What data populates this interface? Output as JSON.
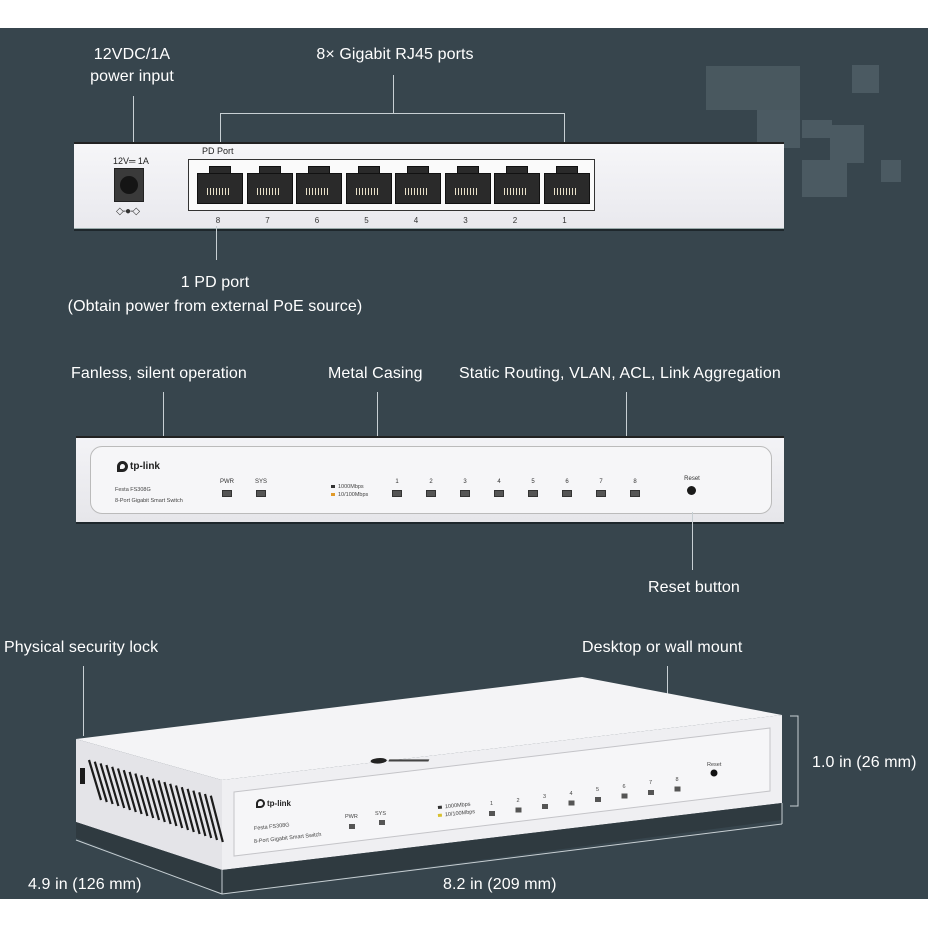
{
  "colors": {
    "background": "#37454d",
    "text": "#ffffff",
    "line": "#c7cfd3",
    "device_body": "#f2f2f5",
    "port_black": "#2a2a2a",
    "legend_1000": "#333333",
    "legend_10_100": "#e09a2a"
  },
  "rear_view": {
    "callouts": {
      "power": [
        "12VDC/1A",
        "power input"
      ],
      "ports": "8× Gigabit RJ45 ports",
      "pd_port": [
        "1 PD port",
        "(Obtain power from external PoE source)"
      ]
    },
    "device": {
      "power_rating": "12V═ 1A",
      "polarity_symbol": "◇-●-◇",
      "pd_port_label": "PD Port",
      "ports": [
        "8",
        "7",
        "6",
        "5",
        "4",
        "3",
        "2",
        "1"
      ],
      "icons": [
        "dc-jack-icon",
        "rj45-port-icon"
      ]
    }
  },
  "front_view": {
    "callouts": {
      "fanless": "Fanless, silent operation",
      "casing": "Metal Casing",
      "features": "Static Routing, VLAN, ACL, Link Aggregation",
      "reset": "Reset button"
    },
    "device": {
      "brand": "tp-link",
      "model": "Festa FS308G",
      "description": "8-Port Gigabit Smart Switch",
      "system_leds": [
        "PWR",
        "SYS"
      ],
      "legend": [
        "1000Mbps",
        "10/100Mbps"
      ],
      "port_leds": [
        "1",
        "2",
        "3",
        "4",
        "5",
        "6",
        "7",
        "8"
      ],
      "reset_label": "Reset"
    }
  },
  "iso_view": {
    "callouts": {
      "lock": "Physical security lock",
      "mount": "Desktop or wall mount"
    },
    "dimensions": {
      "height": "1.0 in (26 mm)",
      "depth": "4.9 in (126 mm)",
      "width": "8.2 in (209 mm)"
    },
    "device": {
      "brand": "tp-link",
      "model": "Festa FS308G",
      "description": "8-Port Gigabit Smart Switch",
      "system_leds": [
        "PWR",
        "SYS"
      ],
      "legend": [
        "1000Mbps",
        "10/100Mbps"
      ],
      "port_leds": [
        "1",
        "2",
        "3",
        "4",
        "5",
        "6",
        "7",
        "8"
      ],
      "reset_label": "Reset"
    }
  }
}
